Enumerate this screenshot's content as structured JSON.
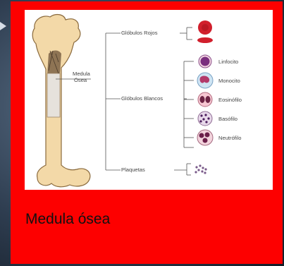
{
  "colors": {
    "slide_bg": "#fd0000",
    "figure_bg": "#ffffff",
    "bone": "#f3d9a8",
    "cell": "#c9485f"
  },
  "diagram": {
    "marrow_label_line1": "Medula",
    "marrow_label_line2": "Ósea",
    "red_cells_label": "Glóbulos Rojos",
    "white_cells_label": "Glóbulos Blancos",
    "platelets_label": "Plaquetas",
    "white_cells": [
      {
        "name": "Linfocito"
      },
      {
        "name": "Monocito"
      },
      {
        "name": "Eosinófilo"
      },
      {
        "name": "Basófilo"
      },
      {
        "name": "Neutrófilo"
      }
    ]
  },
  "caption": "Medula ósea"
}
